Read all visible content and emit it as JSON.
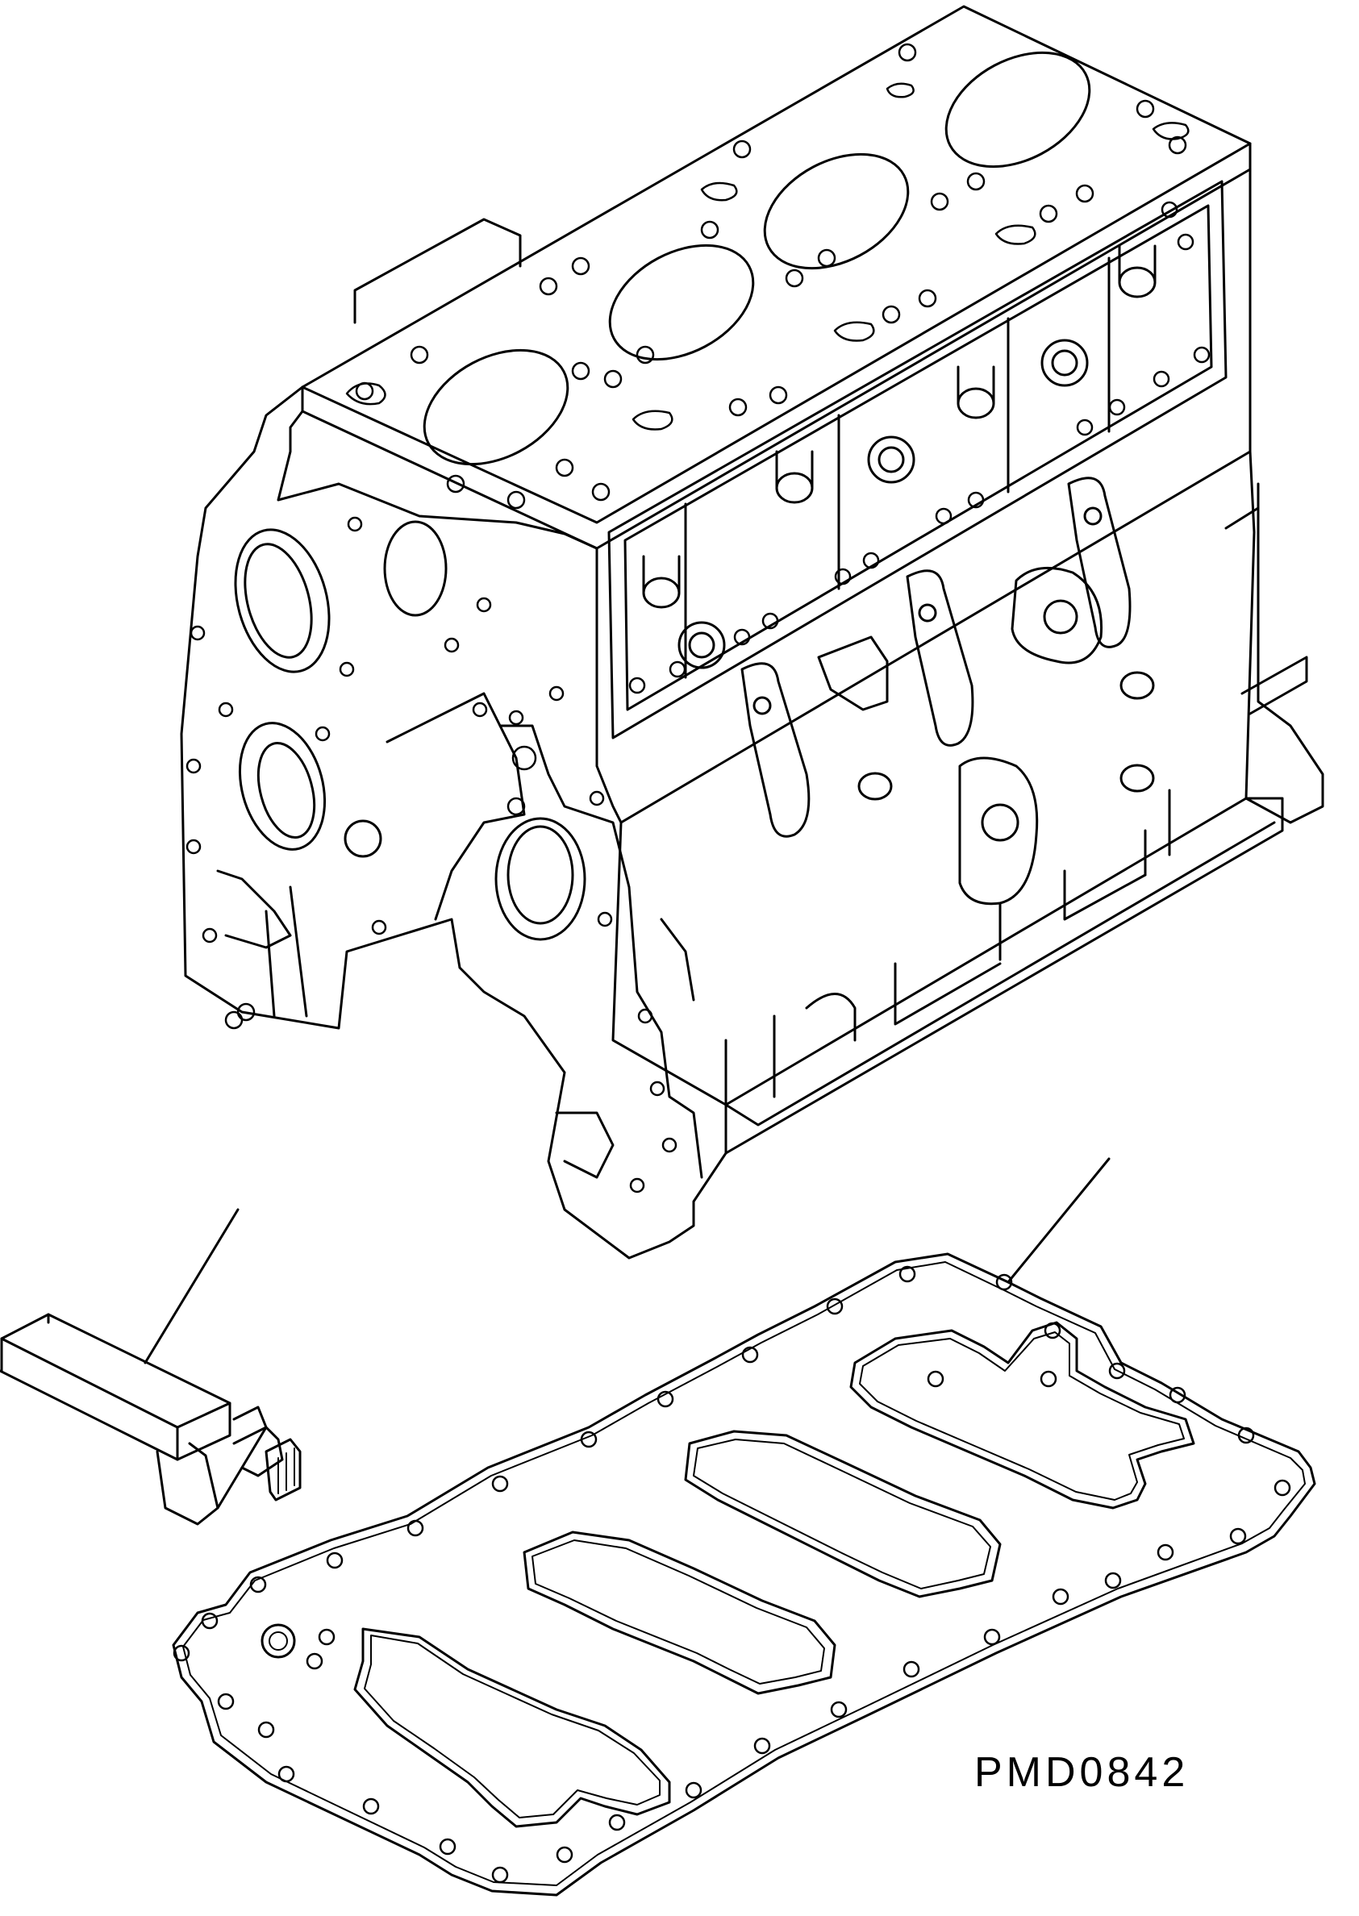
{
  "diagram": {
    "code": "PMD0842",
    "line_color": "#000000",
    "background": "#ffffff"
  },
  "parts": [
    {
      "id": "cylinder-block"
    },
    {
      "id": "plug-fitting"
    },
    {
      "id": "oil-pan-gasket"
    }
  ]
}
